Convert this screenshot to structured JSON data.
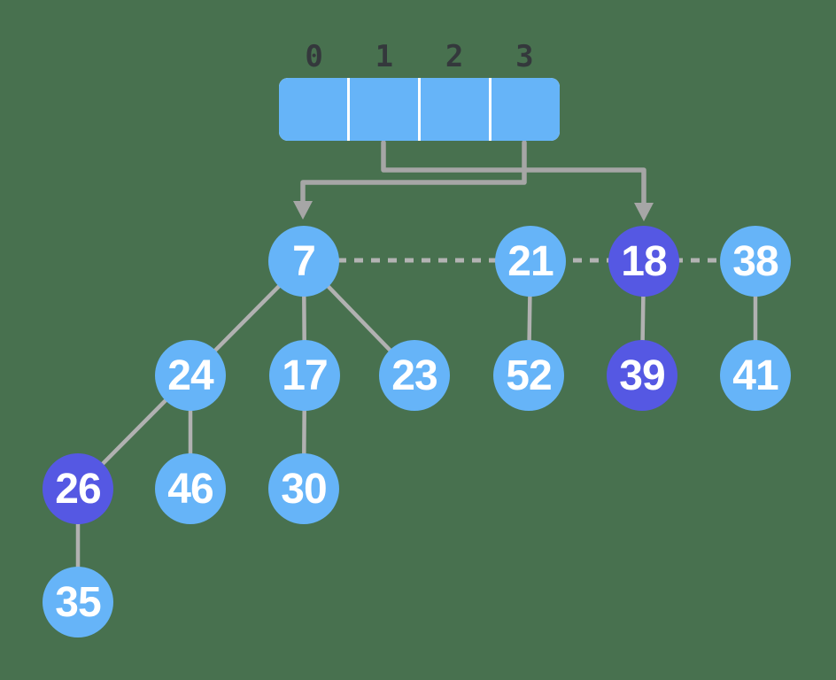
{
  "colors": {
    "background": "#48714F",
    "node_blue": "#66B4F8",
    "node_purple": "#5558E3",
    "array_fill": "#66B4F8",
    "array_divider": "#FFFFFF",
    "tree_edge_gray": "#B1B1B1",
    "pointer_gray": "#A6A6A6",
    "dashed_line_gray": "#B3B3B3",
    "index_label_color": "#34383C",
    "node_text_color": "#FFFFFF"
  },
  "array": {
    "indices": [
      "0",
      "1",
      "2",
      "3"
    ]
  },
  "pointers": [
    {
      "from_index": "1",
      "to_node": "18"
    },
    {
      "from_index": "3",
      "to_node": "7"
    }
  ],
  "root_list": [
    "7",
    "21",
    "18",
    "38"
  ],
  "nodes": [
    {
      "value": "7",
      "variant": "blue"
    },
    {
      "value": "21",
      "variant": "blue"
    },
    {
      "value": "18",
      "variant": "purple"
    },
    {
      "value": "38",
      "variant": "blue"
    },
    {
      "value": "24",
      "variant": "blue"
    },
    {
      "value": "17",
      "variant": "blue"
    },
    {
      "value": "23",
      "variant": "blue"
    },
    {
      "value": "52",
      "variant": "blue"
    },
    {
      "value": "39",
      "variant": "purple"
    },
    {
      "value": "41",
      "variant": "blue"
    },
    {
      "value": "26",
      "variant": "purple"
    },
    {
      "value": "46",
      "variant": "blue"
    },
    {
      "value": "30",
      "variant": "blue"
    },
    {
      "value": "35",
      "variant": "blue"
    }
  ],
  "edges": [
    [
      "7",
      "24"
    ],
    [
      "7",
      "17"
    ],
    [
      "7",
      "23"
    ],
    [
      "21",
      "52"
    ],
    [
      "18",
      "39"
    ],
    [
      "38",
      "41"
    ],
    [
      "24",
      "26"
    ],
    [
      "24",
      "46"
    ],
    [
      "17",
      "30"
    ],
    [
      "26",
      "35"
    ]
  ]
}
